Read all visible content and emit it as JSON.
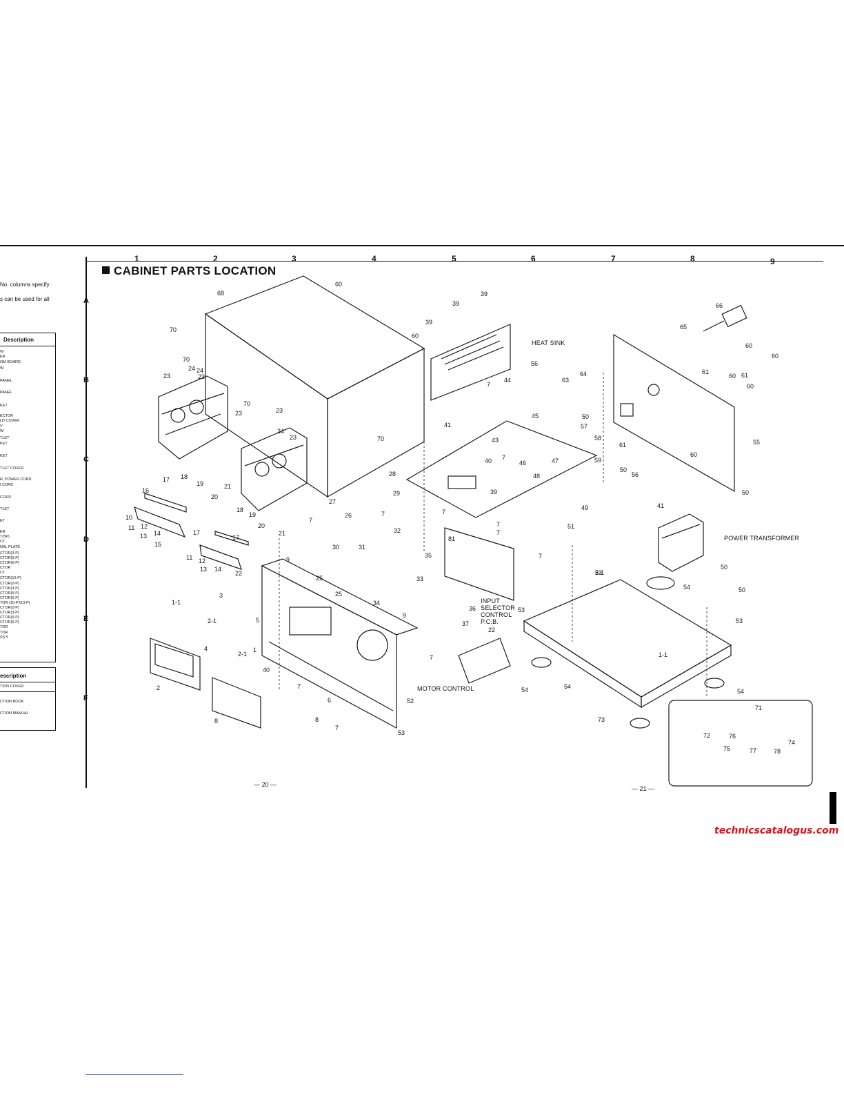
{
  "section_title": "CABINET PARTS LOCATION",
  "grid": {
    "columns": [
      "1",
      "2",
      "3",
      "4",
      "5",
      "6",
      "7",
      "8",
      "9"
    ],
    "rows": [
      "A",
      "B",
      "C",
      "D",
      "E",
      "F"
    ]
  },
  "left_fragments": {
    "intro_line1": "No. columns specify",
    "intro_line2": "s can be used for all",
    "table1_header": "Description",
    "table1_items": [
      "W",
      "ER",
      "OM BOARD",
      "W",
      "PANEL",
      "PANEL",
      "KET",
      "ECTOR",
      "LD COVER",
      "V",
      "W",
      "TLET",
      "KET",
      "KET",
      "TLET COVER",
      "R, POWER CORD",
      "I CORD",
      "CORD",
      "TLET",
      "ET",
      "ER",
      "T(5P)",
      "CT",
      "NAL PLATE",
      "CTOR(3-P)",
      "CTOR(5-P)",
      "CTOR(6-P)",
      "CTOR",
      "CT",
      "CTOR(10-P)",
      "CTOR(2-P)",
      "CTOR(3-P)",
      "CTOR(5-P)",
      "CTOR(6-P)",
      "TOR (10-PX10-P)",
      "CTOR(2-P)",
      "CTOR(3-P)",
      "CTOR(5-P)",
      "CTOR(6-P)",
      "TOR",
      "TOR",
      "SS'Y"
    ],
    "table2_header": "escription",
    "table2_items": [
      "TION COVER",
      "CTION BOOK",
      "CTION MANUAL"
    ]
  },
  "callouts": {
    "heat_sink": "HEAT SINK",
    "power_transformer": "POWER TRANSFORMER",
    "input_selector_1": "INPUT",
    "input_selector_2": "SELECTOR",
    "input_selector_3": "CONTROL",
    "input_selector_4": "P.C.B.",
    "motor_control": "MOTOR CONTROL"
  },
  "part_numbers": [
    "60",
    "68",
    "39",
    "39",
    "70",
    "39",
    "60",
    "66",
    "65",
    "60",
    "60",
    "7",
    "44",
    "56",
    "63",
    "64",
    "70",
    "61",
    "60",
    "61",
    "60",
    "23",
    "24",
    "24",
    "23",
    "23",
    "23",
    "24",
    "23",
    "70",
    "70",
    "50",
    "45",
    "57",
    "58",
    "41",
    "43",
    "47",
    "7",
    "40",
    "46",
    "48",
    "55",
    "61",
    "60",
    "59",
    "56",
    "28",
    "27",
    "29",
    "39",
    "50",
    "49",
    "17",
    "18",
    "19",
    "16",
    "20",
    "21",
    "10",
    "11",
    "12",
    "13",
    "14",
    "15",
    "18",
    "19",
    "7",
    "26",
    "7",
    "32",
    "7",
    "7",
    "81",
    "51",
    "50",
    "41",
    "17",
    "20",
    "21",
    "17",
    "30",
    "31",
    "9",
    "35",
    "7",
    "7",
    "11",
    "12",
    "13",
    "14",
    "22",
    "25",
    "33",
    "53",
    "50",
    "3",
    "25",
    "5",
    "34",
    "36",
    "9",
    "37",
    "53",
    "54",
    "50",
    "53",
    "1-1",
    "1-1",
    "2-1",
    "4",
    "2-1",
    "40",
    "22",
    "7",
    "53",
    "2-1",
    "1",
    "2",
    "8",
    "7",
    "8",
    "7",
    "6",
    "52",
    "54",
    "54",
    "54",
    "73",
    "71",
    "72",
    "76",
    "74",
    "75",
    "77",
    "78"
  ],
  "page_left": "— 20 —",
  "page_right": "— 21 —",
  "watermark": "technicscatalogus.com"
}
